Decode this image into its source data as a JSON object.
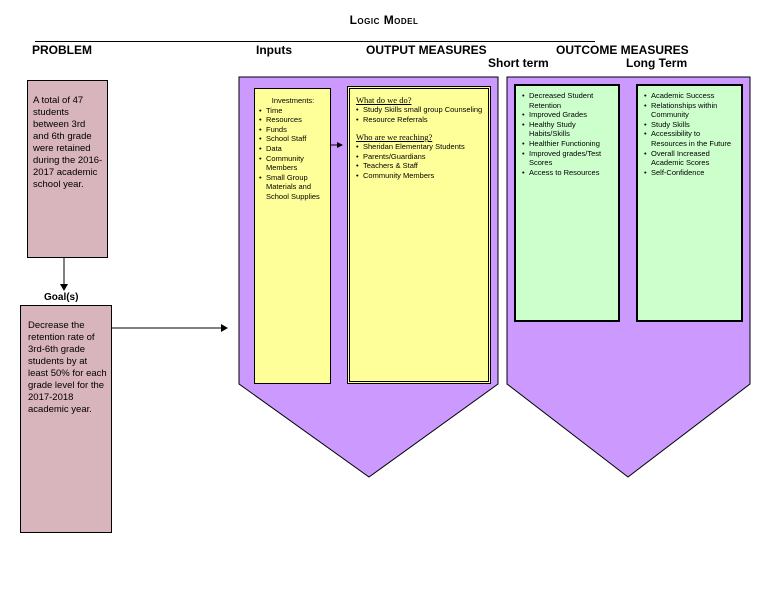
{
  "title": "Logic Model",
  "headers": {
    "problem": "PROBLEM",
    "inputs": "Inputs",
    "output": "OUTPUT MEASURES",
    "outcome": "OUTCOME MEASURES",
    "short_term": "Short term",
    "long_term": "Long Term"
  },
  "problem_text": "A total of 47 students between 3rd and 6th grade were retained during the 2016-2017 academic school year.",
  "goal_label": "Goal(s)",
  "goal_text": "Decrease the retention rate of 3rd-6th grade students by at least 50% for each grade level for the 2017-2018 academic year.",
  "inputs": {
    "heading": "Investments:",
    "items": [
      "Time",
      "Resources",
      "Funds",
      "School Staff",
      "Data",
      "Community Members",
      "Small Group Materials and School Supplies"
    ]
  },
  "outputs": {
    "heading1": "What do we do?",
    "items1": [
      "Study Skills small group Counseling",
      "Resource Referrals"
    ],
    "heading2": "Who are we reaching?",
    "items2": [
      "Sheridan Elementary Students",
      "Parents/Guardians",
      "Teachers & Staff",
      "Community Members"
    ]
  },
  "short_term": [
    "Decreased Student Retention",
    "Improved Grades",
    "Healthy Study Habits/Skills",
    "Healthier Functioning",
    "Improved grades/Test Scores",
    "Access to Resources"
  ],
  "long_term": [
    "Academic Success",
    "Relationships within Community",
    "Study Skills",
    "Accessibility to Resources in the Future",
    "Overall Increased Academic Scores",
    "Self-Confidence"
  ],
  "colors": {
    "pink": "#d8b4bc",
    "purple": "#cc99ff",
    "yellow": "#ffff99",
    "green": "#ccffcc"
  }
}
